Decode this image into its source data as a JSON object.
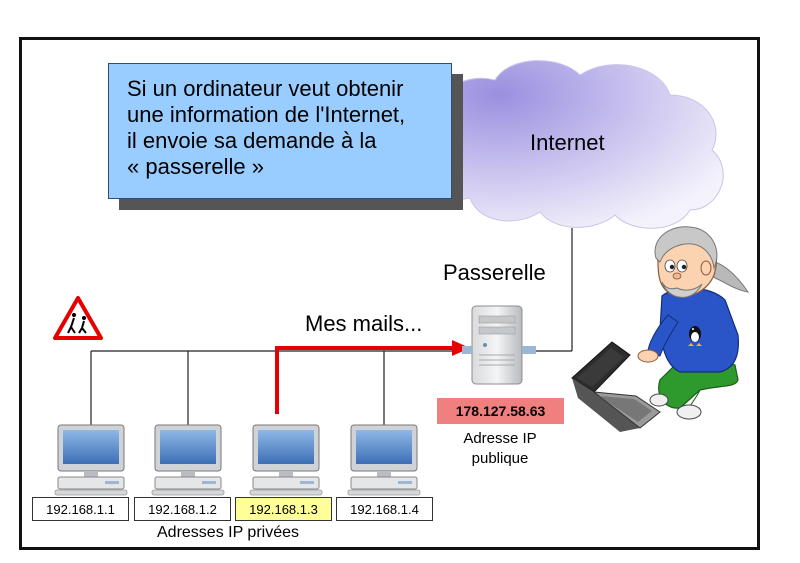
{
  "callout": {
    "lines": [
      "Si un ordinateur veut obtenir",
      "une information de l'Internet,",
      "il envoie sa demande à la",
      "« passerelle »"
    ]
  },
  "internet_label": "Internet",
  "gateway_label": "Passerelle",
  "traffic_label": "Mes mails...",
  "public_ip": {
    "address": "178.127.58.63",
    "caption_line1": "Adresse IP",
    "caption_line2": "publique"
  },
  "private_ips": [
    "192.168.1.1",
    "192.168.1.2",
    "192.168.1.3",
    "192.168.1.4"
  ],
  "highlighted_ip_index": 2,
  "private_caption": "Adresses IP privées",
  "colors": {
    "callout": "#99ccff",
    "arrow": "#e80000",
    "public_ip_bg": "#f08080",
    "highlight": "#ffff99",
    "cloud": "#cfc9f2",
    "warning": "#e60000"
  },
  "icons": [
    "children-crossing-warning-icon",
    "computer-icon",
    "server-icon",
    "laptop-icon",
    "user-illustration",
    "cloud-icon"
  ]
}
